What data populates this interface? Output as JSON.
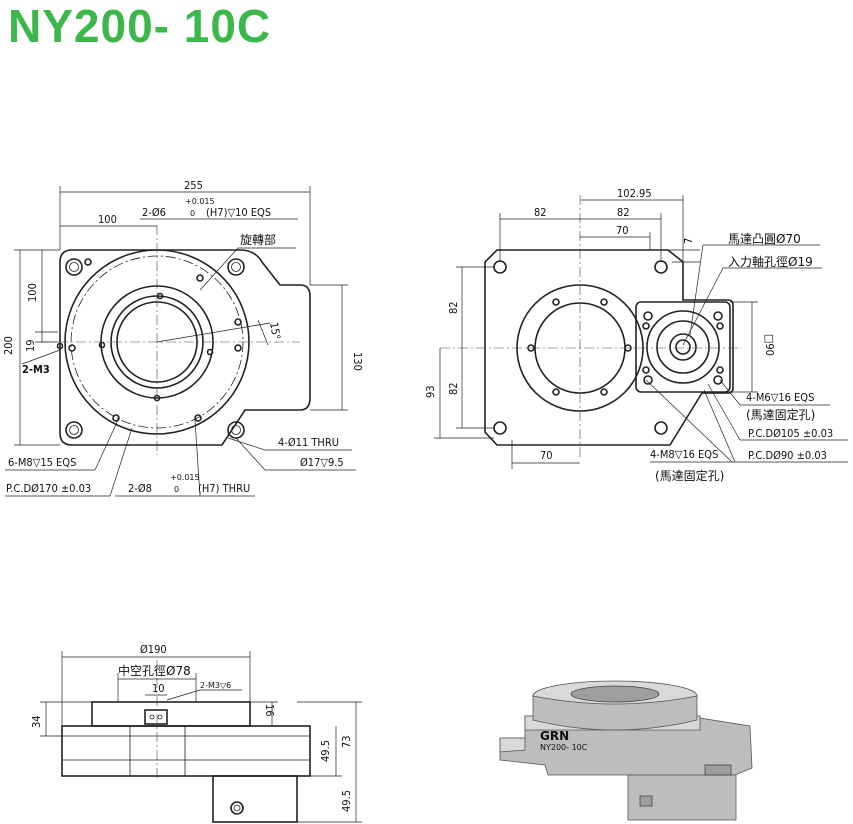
{
  "title": "NY200- 10C",
  "top_view": {
    "dim_width": "255",
    "dim_100": "100",
    "dim_holes_h7": "2-Ø6",
    "dim_holes_h7_tol_upper": "+0.015",
    "dim_holes_h7_tol_lower": "0",
    "dim_holes_h7_suffix": "(H7)▽10 EQS",
    "label_rotating": "旋轉部",
    "dim_left_100": "100",
    "dim_200": "200",
    "dim_19": "19",
    "dim_m3": "2-M3",
    "dim_130": "130",
    "angle_15": "15°",
    "thru_holes": "4-Ø11 THRU",
    "counterbore": "Ø17▽9.5",
    "m8_holes": "6-M8▽15 EQS",
    "pcd_170": "P.C.DØ170 ±0.03",
    "holes_8": "2-Ø8",
    "holes_8_tol_upper": "+0.015",
    "holes_8_tol_lower": "0",
    "holes_8_suffix": "(H7) THRU"
  },
  "right_view": {
    "dim_102": "102.95",
    "dim_82a": "82",
    "dim_82b": "82",
    "dim_70": "70",
    "dim_7": "7",
    "motor_boss": "馬達凸圓Ø70",
    "input_shaft": "入力軸孔徑Ø19",
    "dim_82_left_top": "82",
    "dim_82_left_bottom": "82",
    "dim_93": "93",
    "dim_sq90": "□90",
    "m6_holes": "4-M6▽16 EQS",
    "m6_note": "(馬達固定孔)",
    "pcd_105": "P.C.DØ105 ±0.03",
    "m8_holes": "4-M8▽16 EQS",
    "m8_note": "(馬達固定孔)",
    "pcd_90": "P.C.DØ90 ±0.03",
    "dim_70_bottom": "70"
  },
  "side_view": {
    "dim_190": "Ø190",
    "hollow": "中空孔徑Ø78",
    "dim_10": "10",
    "m3_holes": "2-M3▽6",
    "dim_34": "34",
    "dim_16": "16",
    "dim_49_5a": "49.5",
    "dim_73": "73",
    "dim_49_5b": "49.5"
  },
  "render_3d": {
    "brand": "GRN",
    "model": "NY200- 10C"
  }
}
